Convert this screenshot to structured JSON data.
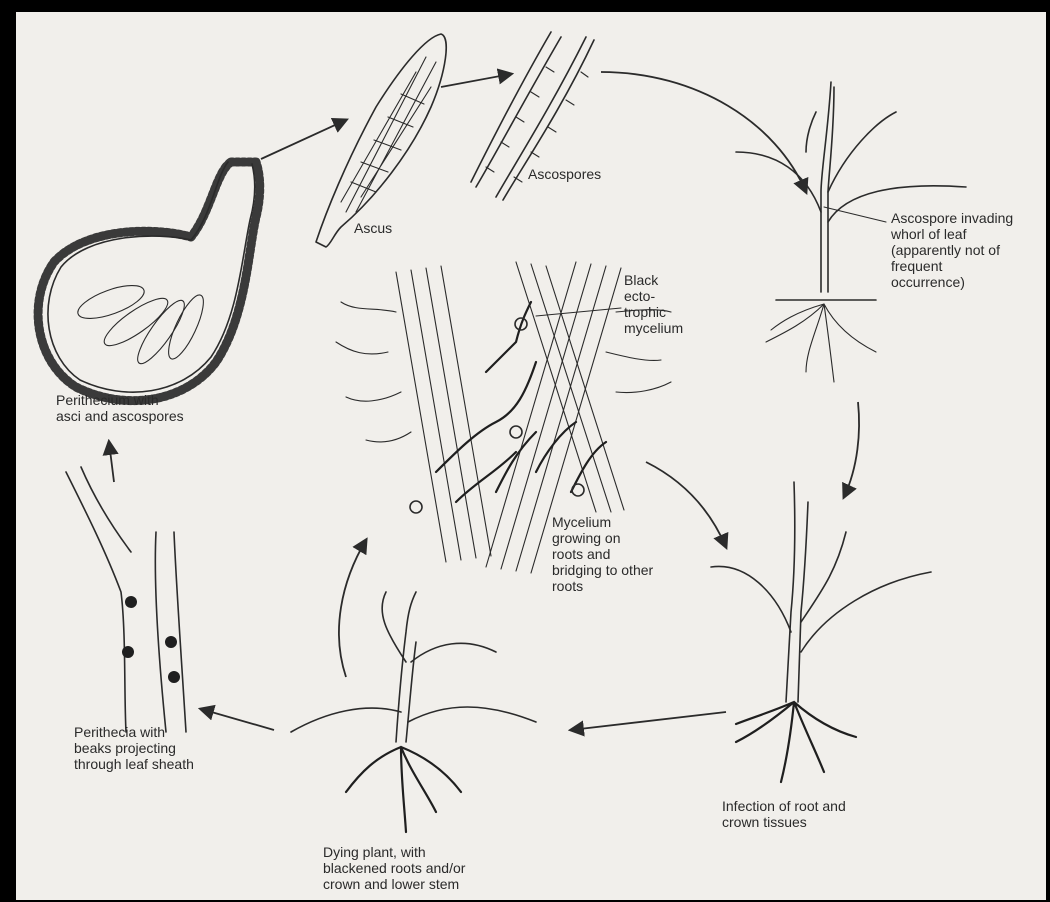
{
  "labels": {
    "ascus": "Ascus",
    "ascospores": "Ascospores",
    "ascospore_invading": "Ascospore invading\nwhorl of leaf\n(apparently not of\nfrequent\noccurrence)",
    "black_mycelium": "Black\necto-\ntrophic\nmycelium",
    "perithecium": "Perithecium with\nasci and ascospores",
    "mycelium_growing": "Mycelium\ngrowing on\nroots and\nbridging to other\nroots",
    "perithecia_beaks": "Perithecia with\nbeaks projecting\nthrough leaf sheath",
    "infection": "Infection of root and\ncrown tissues",
    "dying_plant": "Dying plant, with\nblackened roots and/or\ncrown and lower stem"
  },
  "colors": {
    "ink": "#2b2b2b",
    "paper": "#f1efeb",
    "frame": "#000000"
  }
}
